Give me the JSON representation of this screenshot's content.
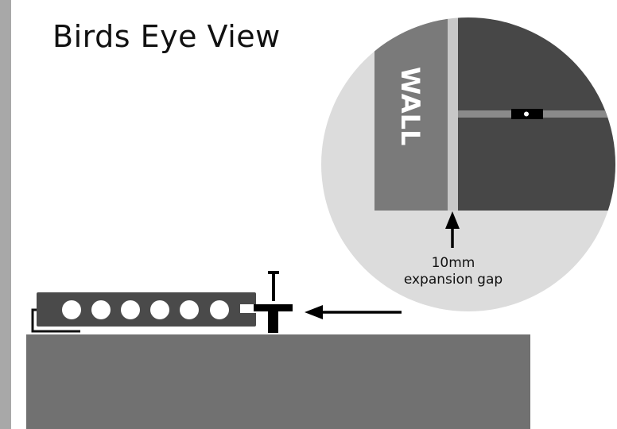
{
  "title": "Birds Eye View",
  "inset": {
    "wall_label": "WALL",
    "gap_label_line1": "10mm",
    "gap_label_line2": "expansion gap"
  },
  "colors": {
    "circle_bg": "#dcdcdc",
    "wall": "#7a7a7a",
    "boards": "#474747",
    "seam": "#8a8a8a",
    "gap": "#c8c8c8",
    "floor_slab": "#717171",
    "board_profile": "#4a4a4a",
    "side_bar": "#a8a8a8"
  }
}
